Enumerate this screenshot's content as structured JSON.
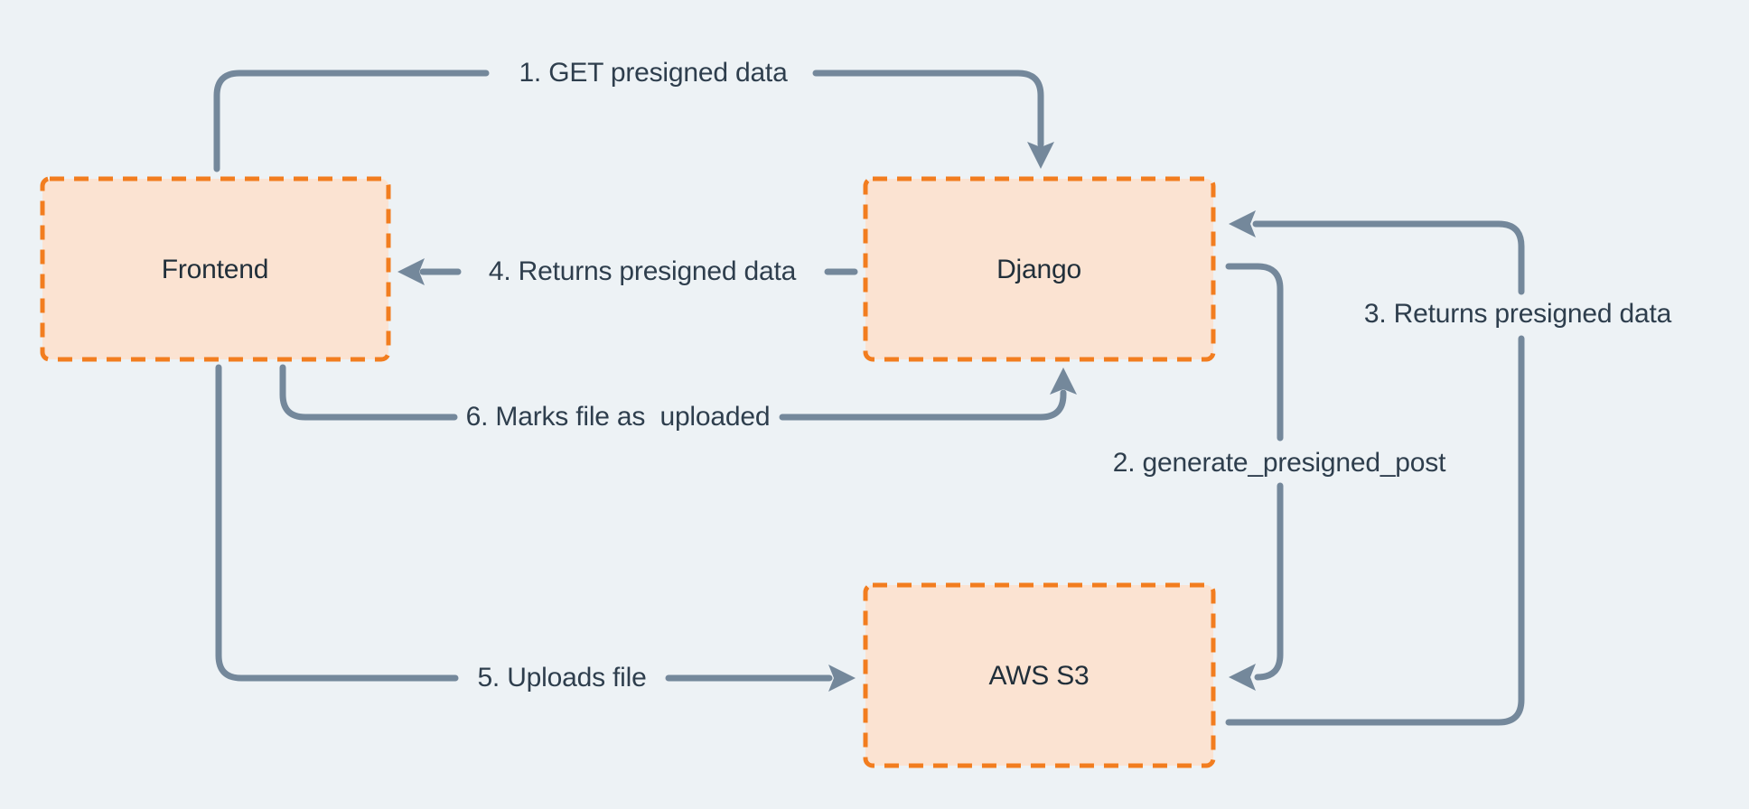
{
  "diagram": {
    "description": "Presigned S3 upload flow",
    "nodes": [
      {
        "id": "frontend",
        "label": "Frontend"
      },
      {
        "id": "django",
        "label": "Django"
      },
      {
        "id": "aws-s3",
        "label": "AWS S3"
      }
    ],
    "edges": [
      {
        "num": "1",
        "label": "1. GET presigned data",
        "from": "Frontend",
        "to": "Django"
      },
      {
        "num": "2",
        "label": "2. generate_presigned_post",
        "from": "Django",
        "to": "AWS S3"
      },
      {
        "num": "3",
        "label": "3. Returns presigned data",
        "from": "AWS S3",
        "to": "Django"
      },
      {
        "num": "4",
        "label": "4. Returns presigned data",
        "from": "Django",
        "to": "Frontend"
      },
      {
        "num": "5",
        "label": "5. Uploads file",
        "from": "Frontend",
        "to": "AWS S3"
      },
      {
        "num": "6",
        "label": "6. Marks file as  uploaded",
        "from": "Frontend",
        "to": "Django"
      }
    ],
    "colors": {
      "background": "#EDF2F5",
      "node_fill": "#FBE3D2",
      "node_border": "#F27D1F",
      "arrow": "#74889B",
      "node_text": "#212F3A",
      "edge_text": "#2E3E4D"
    }
  }
}
